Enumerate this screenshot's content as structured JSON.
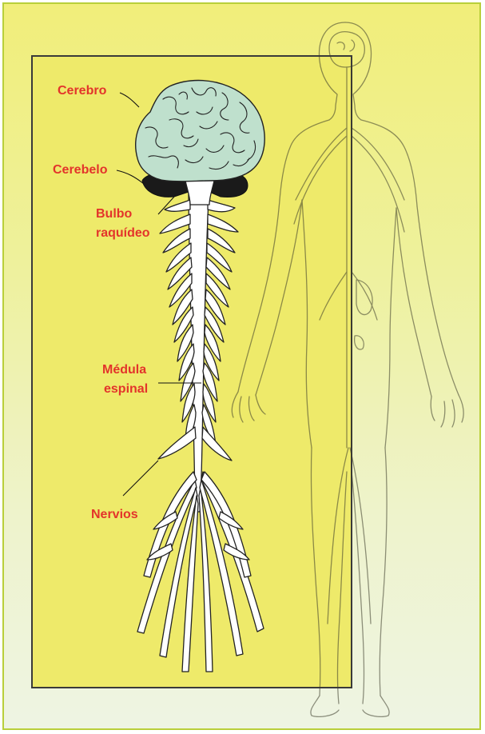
{
  "labels": {
    "cerebro": "Cerebro",
    "cerebelo": "Cerebelo",
    "bulbo_line1": "Bulbo",
    "bulbo_line2": "raquídeo",
    "medula_line1": "Médula",
    "medula_line2": "espinal",
    "nervios": "Nervios"
  },
  "colors": {
    "label_red": "#e3342b",
    "brain_green": "#bfe0cd",
    "cerebellum": "#1a1a1a",
    "background_yellow": "#f1ee7a",
    "panel_yellow": "#eeea6a"
  }
}
